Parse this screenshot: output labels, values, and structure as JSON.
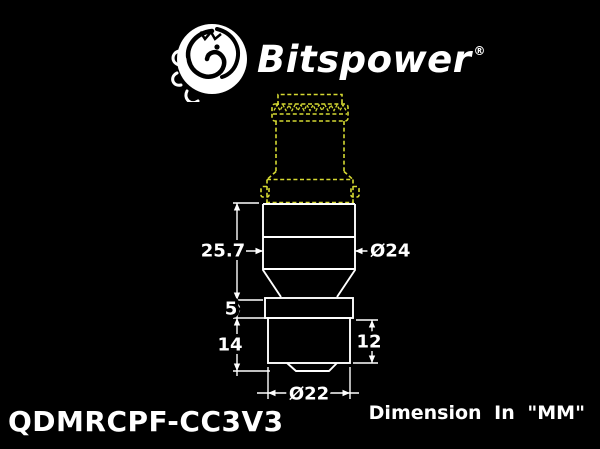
{
  "brand": {
    "name": "Bitspower",
    "registered_mark": "®"
  },
  "diagram": {
    "unit_note": "Dimension In \"MM\"",
    "dimensions": {
      "upper_body_height_mm": "25.7",
      "collar_height_mm": "5",
      "lower_body_height_mm": "14",
      "lower_right_height_mm": "12",
      "upper_body_diameter": "Ø24",
      "lower_body_diameter": "Ø22"
    },
    "colors": {
      "background": "#000000",
      "solid_outline": "#ffffff",
      "phantom_outline": "#d5d932"
    }
  },
  "footer": {
    "product_code": "QDMRCPF-CC3V3"
  }
}
